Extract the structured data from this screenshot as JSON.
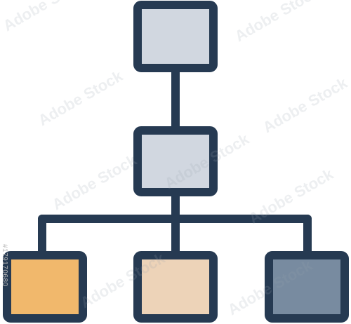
{
  "diagram": {
    "kind": "hierarchy",
    "colors": {
      "outline": "#263a52",
      "top_fill": "#d1d7e0",
      "middle_fill": "#d1d7e0",
      "left_fill": "#f1b86c",
      "center_fill": "#edd3b8",
      "right_fill": "#788ba0",
      "background": "#ffffff"
    },
    "nodes": [
      {
        "id": "top",
        "fill": "top_fill"
      },
      {
        "id": "middle",
        "fill": "middle_fill"
      },
      {
        "id": "left",
        "fill": "left_fill"
      },
      {
        "id": "center",
        "fill": "center_fill"
      },
      {
        "id": "right",
        "fill": "right_fill"
      }
    ],
    "edges": [
      {
        "from": "top",
        "to": "middle"
      },
      {
        "from": "middle",
        "to": "left"
      },
      {
        "from": "middle",
        "to": "center"
      },
      {
        "from": "middle",
        "to": "right"
      }
    ]
  },
  "watermark": {
    "text": "Adobe Stock",
    "id_text": "#179170680"
  }
}
